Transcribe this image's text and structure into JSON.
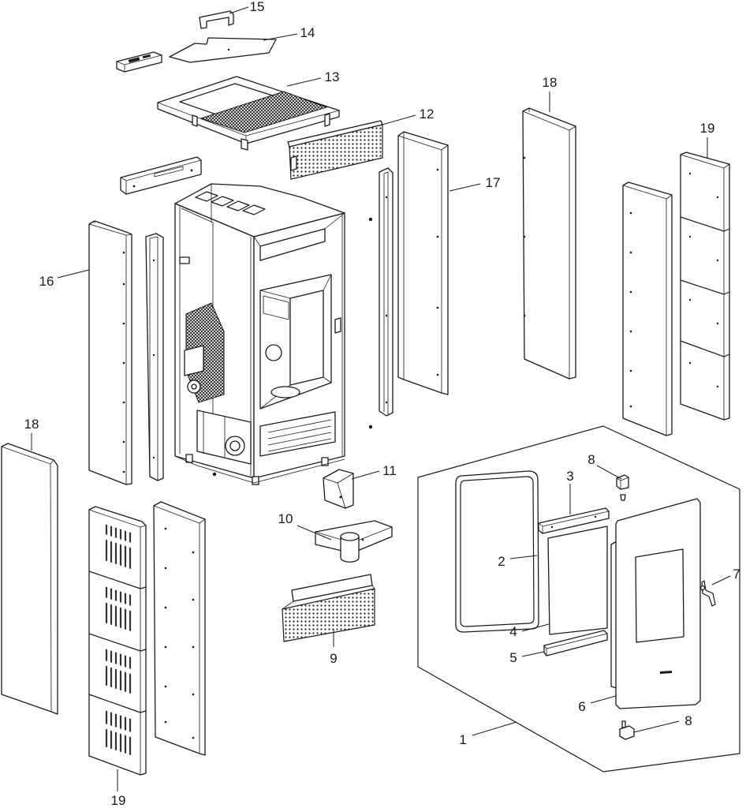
{
  "callouts": [
    "15",
    "14",
    "13",
    "12",
    "18",
    "19",
    "17",
    "16",
    "11",
    "10",
    "8",
    "3",
    "2",
    "7",
    "4",
    "5",
    "9",
    "6",
    "1",
    "8",
    "18",
    "19"
  ],
  "colors": {
    "line": "#1a1a1a",
    "background": "#ffffff"
  }
}
